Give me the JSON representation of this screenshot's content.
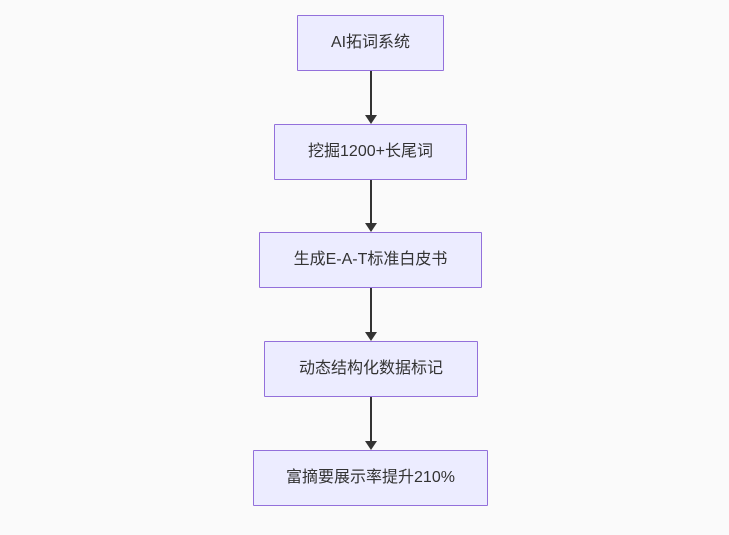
{
  "diagram": {
    "type": "flowchart",
    "direction": "top-down",
    "nodes": [
      {
        "id": "A",
        "label": "AI拓词系统"
      },
      {
        "id": "B",
        "label": "挖掘1200+长尾词"
      },
      {
        "id": "C",
        "label": "生成E-A-T标准白皮书"
      },
      {
        "id": "D",
        "label": "动态结构化数据标记"
      },
      {
        "id": "E",
        "label": "富摘要展示率提升210%"
      }
    ],
    "edges": [
      {
        "from": "A",
        "to": "B"
      },
      {
        "from": "B",
        "to": "C"
      },
      {
        "from": "C",
        "to": "D"
      },
      {
        "from": "D",
        "to": "E"
      }
    ],
    "colors": {
      "node_fill": "#ECECFF",
      "node_border": "#9370DB",
      "text": "#333333",
      "arrow": "#333333",
      "background": "#fafafa"
    }
  }
}
